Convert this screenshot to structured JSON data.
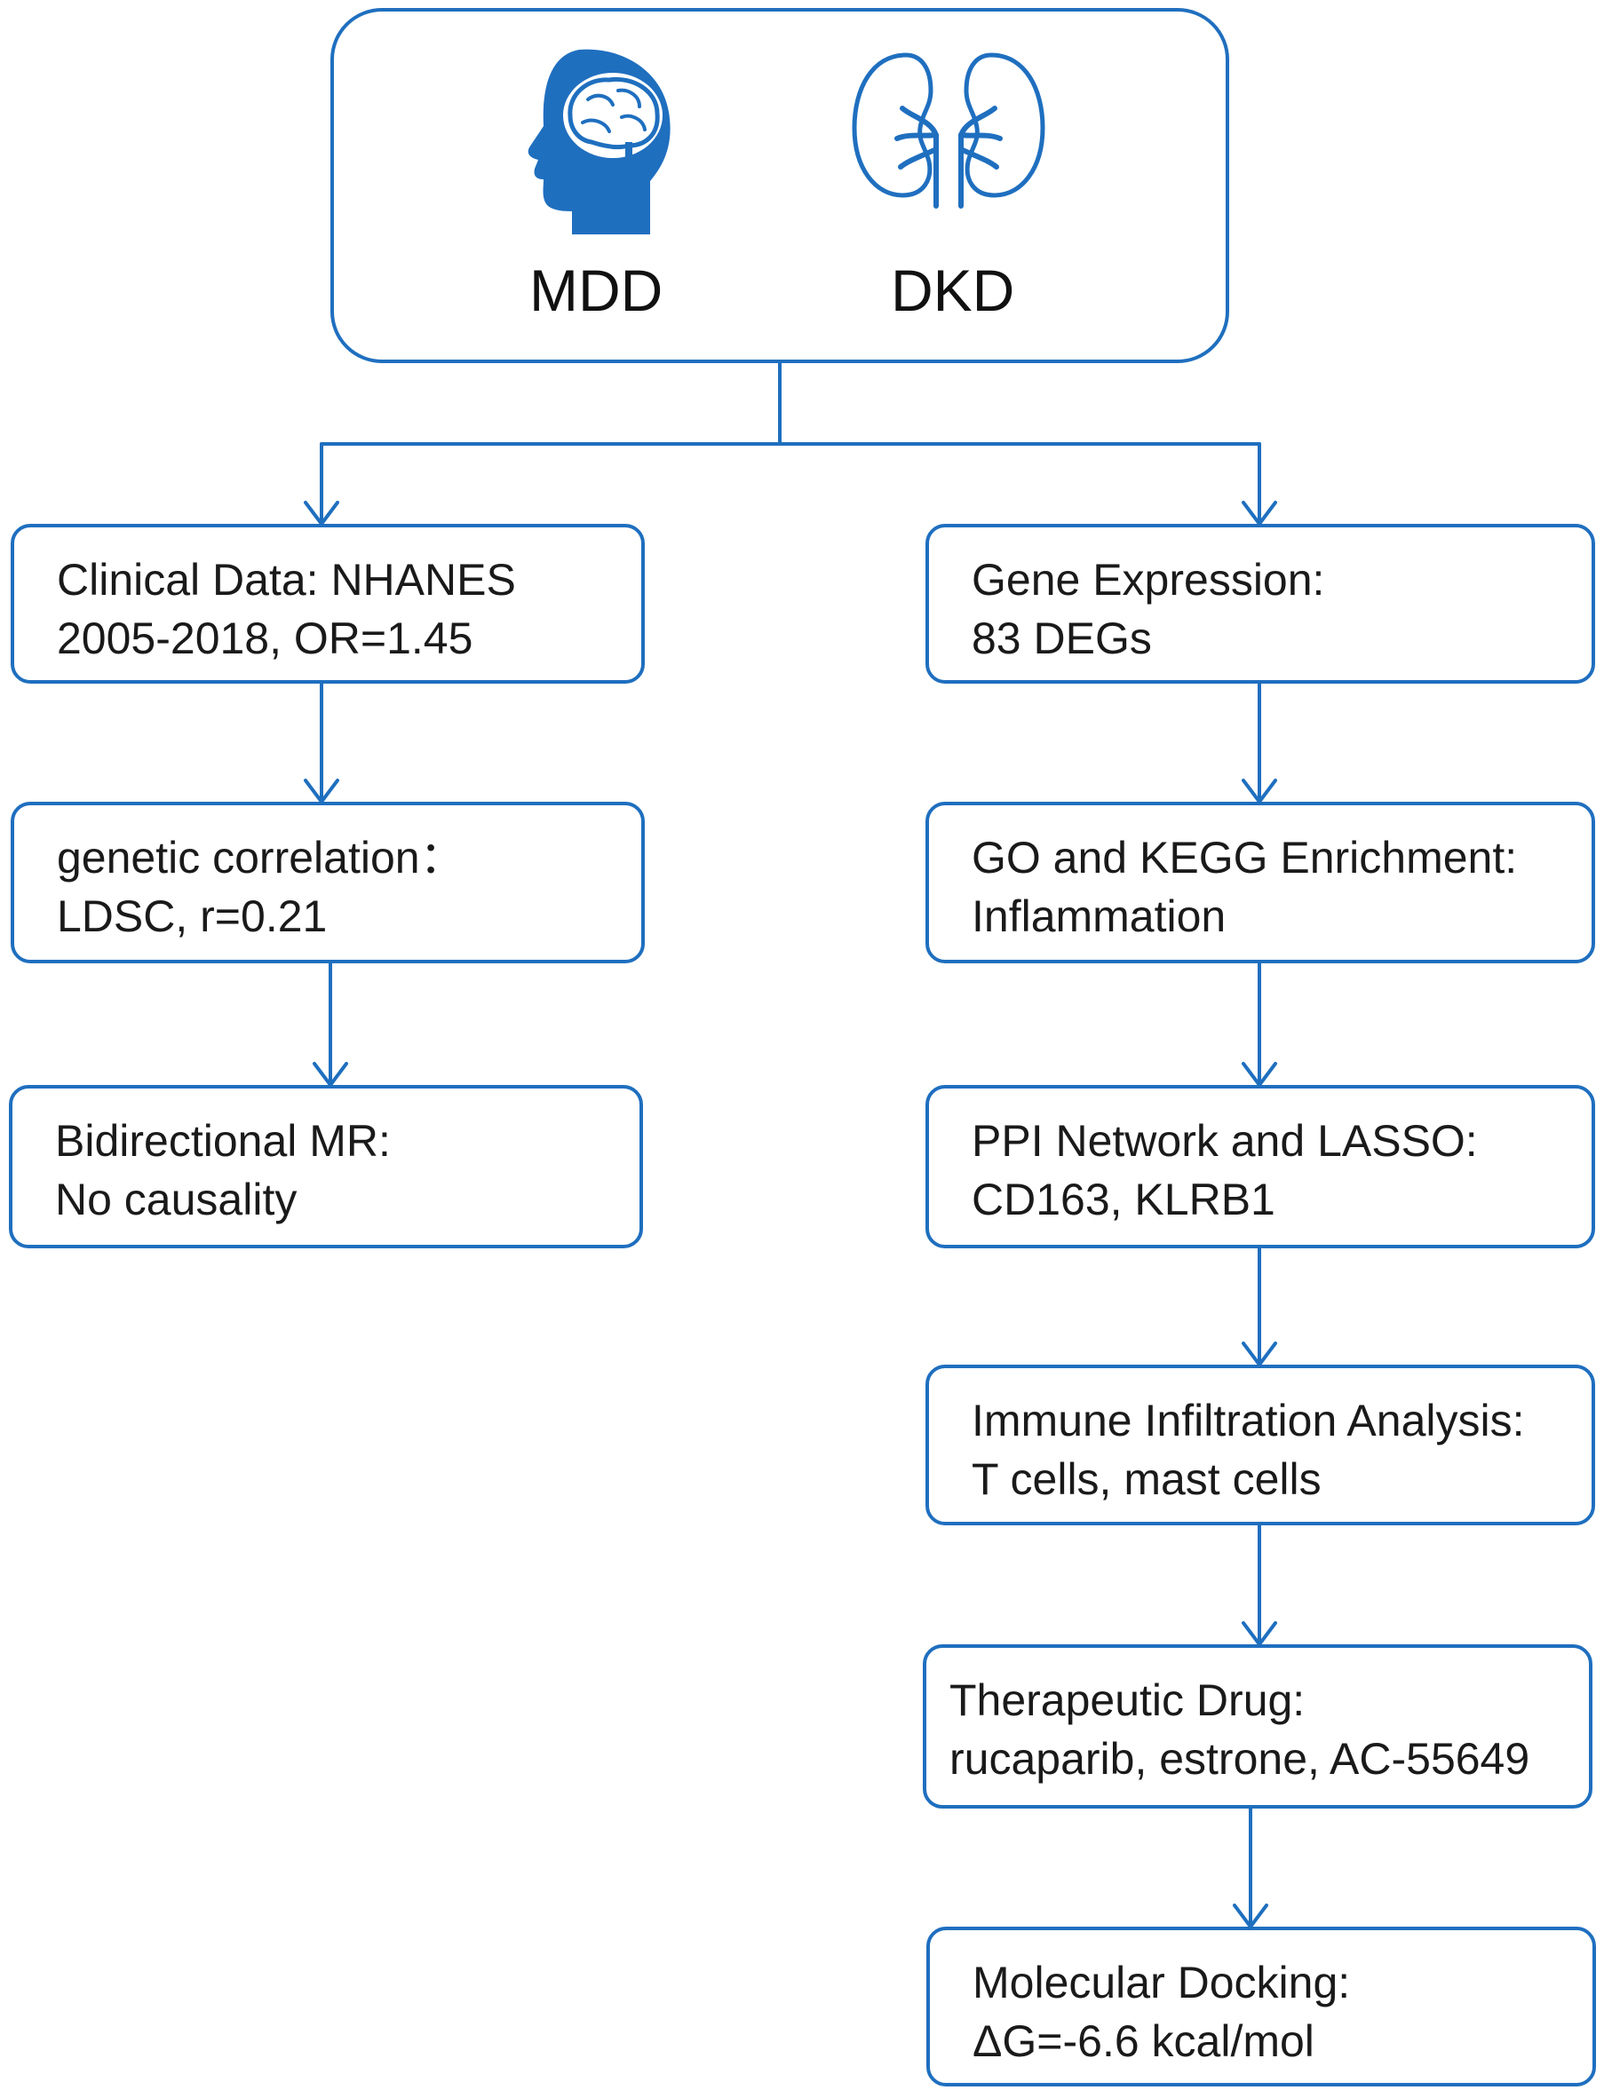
{
  "header": {
    "left_label": "MDD",
    "right_label": "DKD",
    "left_icon": "head-brain-icon",
    "right_icon": "kidneys-icon"
  },
  "left_branch": [
    {
      "line1": "Clinical Data: NHANES",
      "line2": "2005-2018, OR=1.45"
    },
    {
      "line1": "genetic correlation：",
      "line2": "LDSC, r=0.21"
    },
    {
      "line1": "Bidirectional MR:",
      "line2": "No causality"
    }
  ],
  "right_branch": [
    {
      "line1": "Gene Expression:",
      "line2": "83 DEGs"
    },
    {
      "line1": "GO and KEGG Enrichment:",
      "line2": "Inflammation"
    },
    {
      "line1": "PPI Network and LASSO:",
      "line2": "CD163, KLRB1"
    },
    {
      "line1": "Immune Infiltration Analysis:",
      "line2": "T cells, mast cells"
    },
    {
      "line1": "Therapeutic Drug:",
      "line2": "rucaparib, estrone, AC-55649"
    },
    {
      "line1": "Molecular Docking:",
      "line2": "ΔG=-6.6 kcal/mol"
    }
  ],
  "colors": {
    "accent": "#1f6fbf",
    "text": "#1a1a1a"
  }
}
